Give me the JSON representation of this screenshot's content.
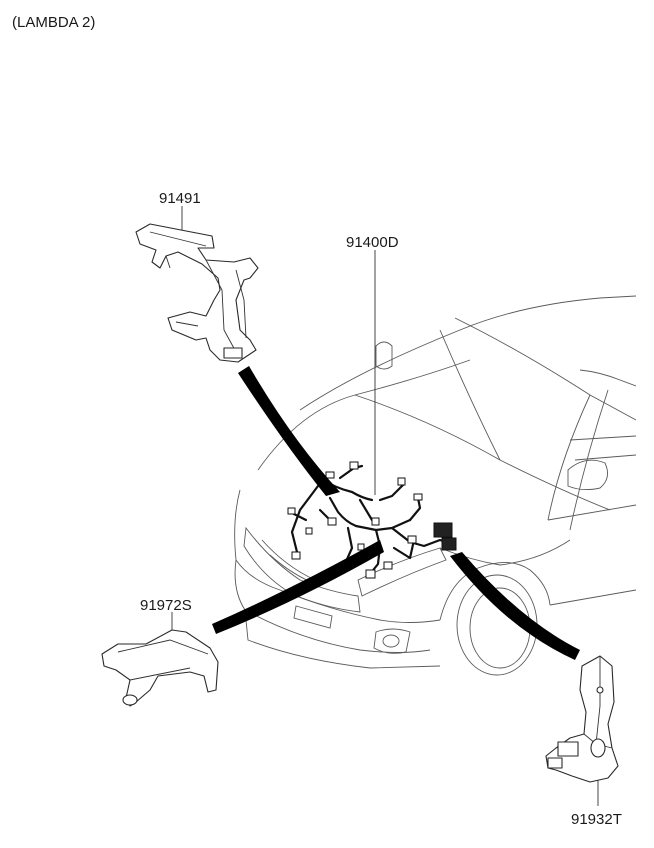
{
  "diagram": {
    "variant_label": "(LAMBDA 2)",
    "parts": [
      {
        "id": "91491",
        "label": "91491"
      },
      {
        "id": "91400D",
        "label": "91400D"
      },
      {
        "id": "91972S",
        "label": "91972S"
      },
      {
        "id": "91932T",
        "label": "91932T"
      }
    ]
  }
}
